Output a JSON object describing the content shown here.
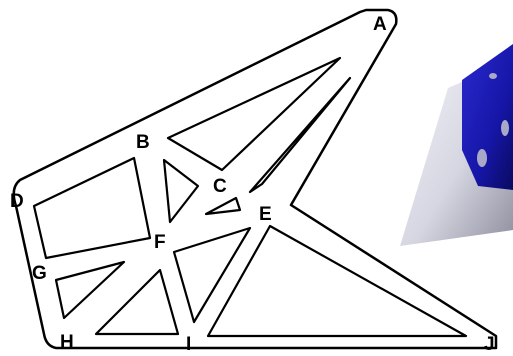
{
  "labels": {
    "a": "A",
    "b": "B",
    "c": "C",
    "d": "D",
    "e": "E",
    "f": "F",
    "g": "G",
    "h": "H",
    "i": "I",
    "j": "J"
  },
  "colors": {
    "outline": "#000000",
    "background": "#ffffff",
    "cube_face": "#1818b8",
    "cube_shadow": "#0a0a55",
    "cube_pip": "#a8a8c8",
    "panel_light": "#f2f2f8",
    "panel_dark": "#9a9aaa"
  }
}
